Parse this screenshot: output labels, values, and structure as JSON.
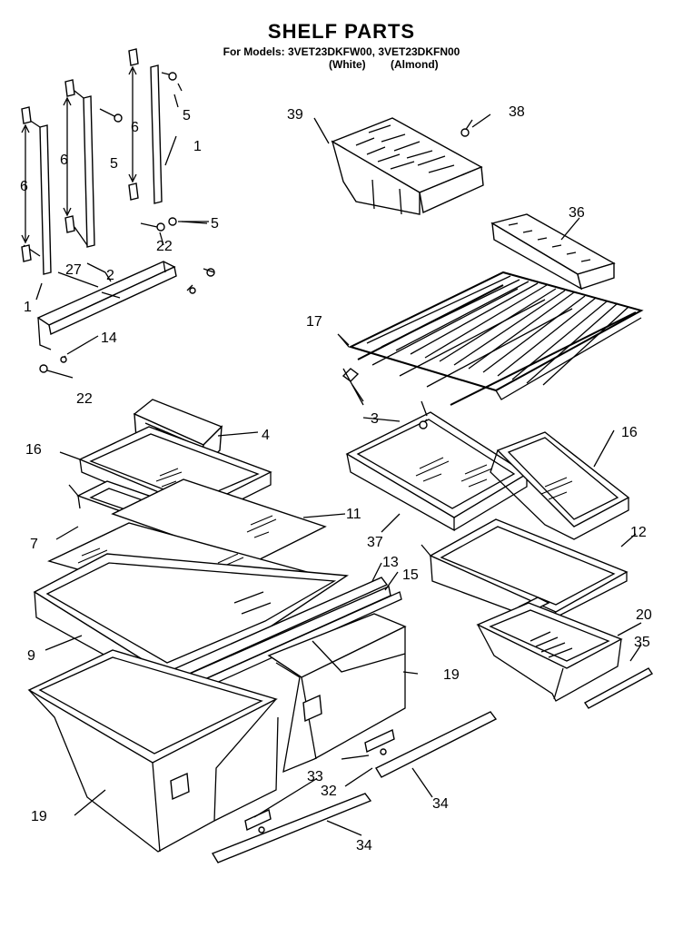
{
  "header": {
    "title": "SHELF PARTS",
    "models_line": "For Models: 3VET23DKFW00, 3VET23DKFN00",
    "color_white": "(White)",
    "color_almond": "(Almond)"
  },
  "callouts": [
    "1",
    "1",
    "2",
    "3",
    "4",
    "5",
    "5",
    "5",
    "6",
    "6",
    "6",
    "7",
    "9",
    "11",
    "12",
    "13",
    "14",
    "15",
    "16",
    "16",
    "17",
    "19",
    "19",
    "20",
    "22",
    "22",
    "27",
    "32",
    "33",
    "34",
    "34",
    "35",
    "36",
    "37",
    "38",
    "39"
  ]
}
